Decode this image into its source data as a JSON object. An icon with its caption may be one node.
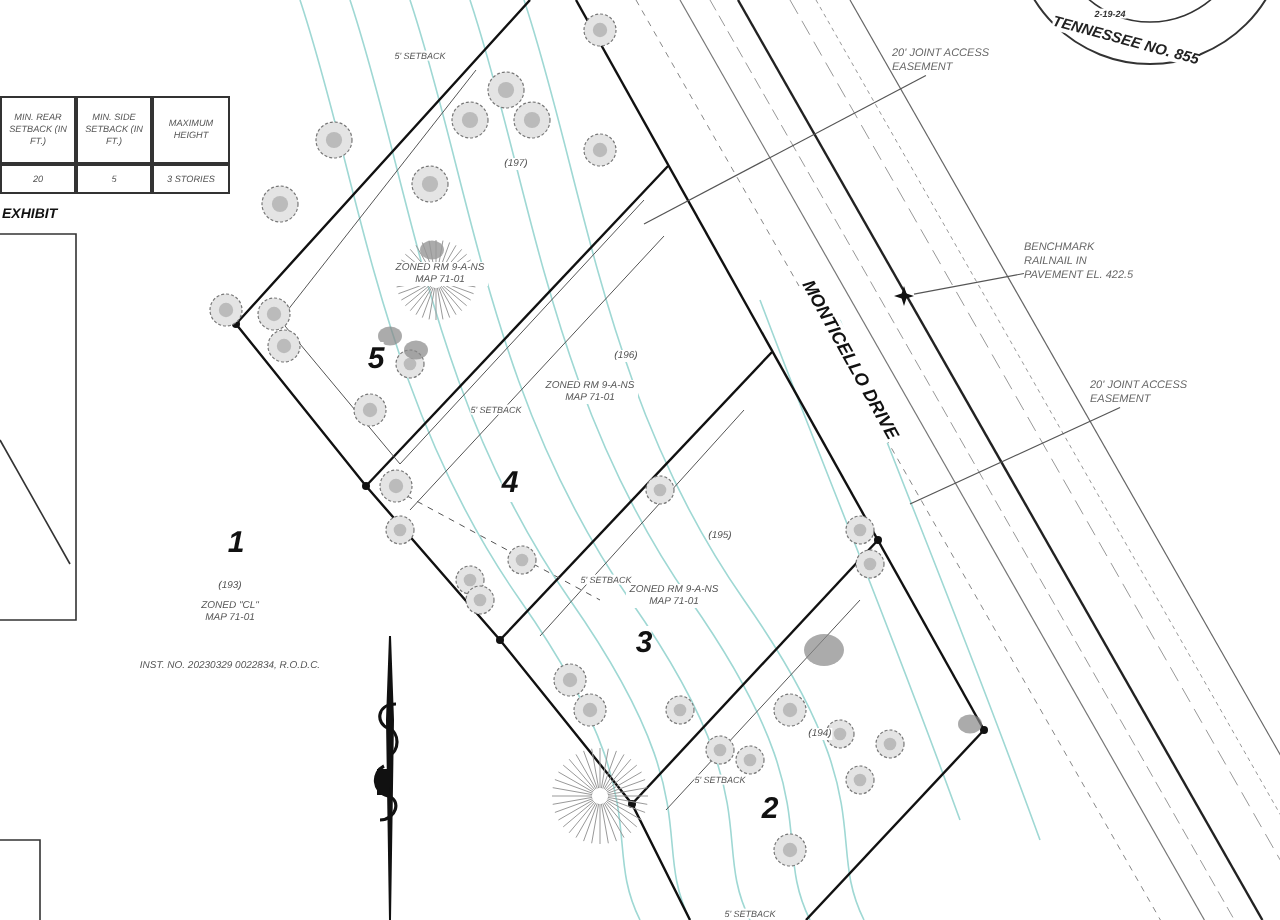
{
  "diagram": {
    "nodes": [
      {
        "text": [
          "20' JOINT ACCESS EASEMENT"
        ]
      },
      {
        "text": [
          "20' JOINT ACCESS EASEMENT"
        ]
      },
      {
        "text": [
          "BENCHMARK RAILNAIL IN PAVEMENT EL. 422.5"
        ]
      },
      {
        "text": [],
        "shape": "star"
      }
    ],
    "edges": [
      {
        "from": 0,
        "to": null,
        "arrow": "none"
      },
      {
        "from": 1,
        "to": null,
        "arrow": "none"
      },
      {
        "from": 2,
        "to": 3,
        "arrow": "none"
      }
    ],
    "labels": [
      "MIN. REAR SETBACK (IN FT.)",
      "MIN. SIDE SETBACK (IN FT.)",
      "MAXIMUM HEIGHT",
      "20",
      "5",
      "3 STORIES",
      "EXHIBIT",
      "5' SETBACK",
      "(197)",
      "5",
      "ZONED RM 9-A-NS MAP 71-01",
      "(196)",
      "ZONED RM 9-A-NS MAP 71-01",
      "5' SETBACK",
      "4",
      "MONTICELLO DRIVE",
      "1",
      "(195)",
      "(193)",
      "ZONED \"CL\" MAP 71-01",
      "5' SETBACK",
      "ZONED RM 9-A-NS MAP 71-01",
      "3",
      "INST. NO. 20230329 0022834, R.O.D.C.",
      "(194)",
      "5' SETBACK",
      "2",
      "5' SETBACK",
      "TENNESSEE NO. 855",
      "2-19-24"
    ]
  }
}
